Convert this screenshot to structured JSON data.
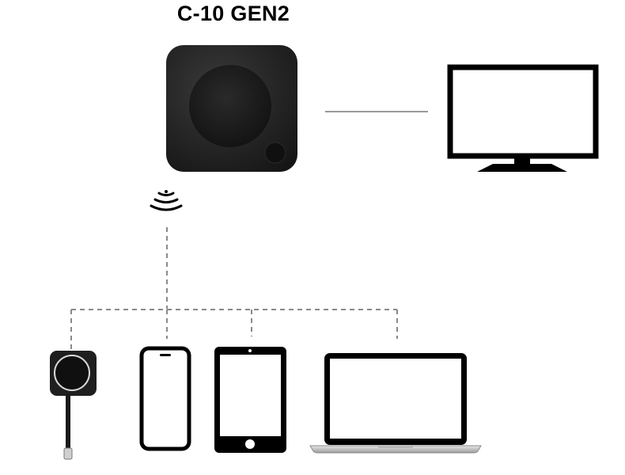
{
  "diagram": {
    "title": "C-10 GEN2",
    "nodes": [
      {
        "id": "base-unit",
        "kind": "base-unit"
      },
      {
        "id": "display",
        "kind": "monitor"
      },
      {
        "id": "wireless",
        "kind": "wireless-signal-icon"
      },
      {
        "id": "button",
        "kind": "clickshare-button-dongle"
      },
      {
        "id": "phone",
        "kind": "smartphone"
      },
      {
        "id": "tablet",
        "kind": "tablet"
      },
      {
        "id": "laptop",
        "kind": "laptop"
      }
    ],
    "connections": [
      {
        "from": "base-unit",
        "to": "display",
        "style": "solid"
      },
      {
        "from": "wireless",
        "to": "button",
        "style": "dashed"
      },
      {
        "from": "wireless",
        "to": "phone",
        "style": "dashed"
      },
      {
        "from": "wireless",
        "to": "tablet",
        "style": "dashed"
      },
      {
        "from": "wireless",
        "to": "laptop",
        "style": "dashed"
      }
    ],
    "colors": {
      "device_body": "#1c1c1c",
      "line": "#9a9a9a",
      "outline": "#000000"
    }
  }
}
